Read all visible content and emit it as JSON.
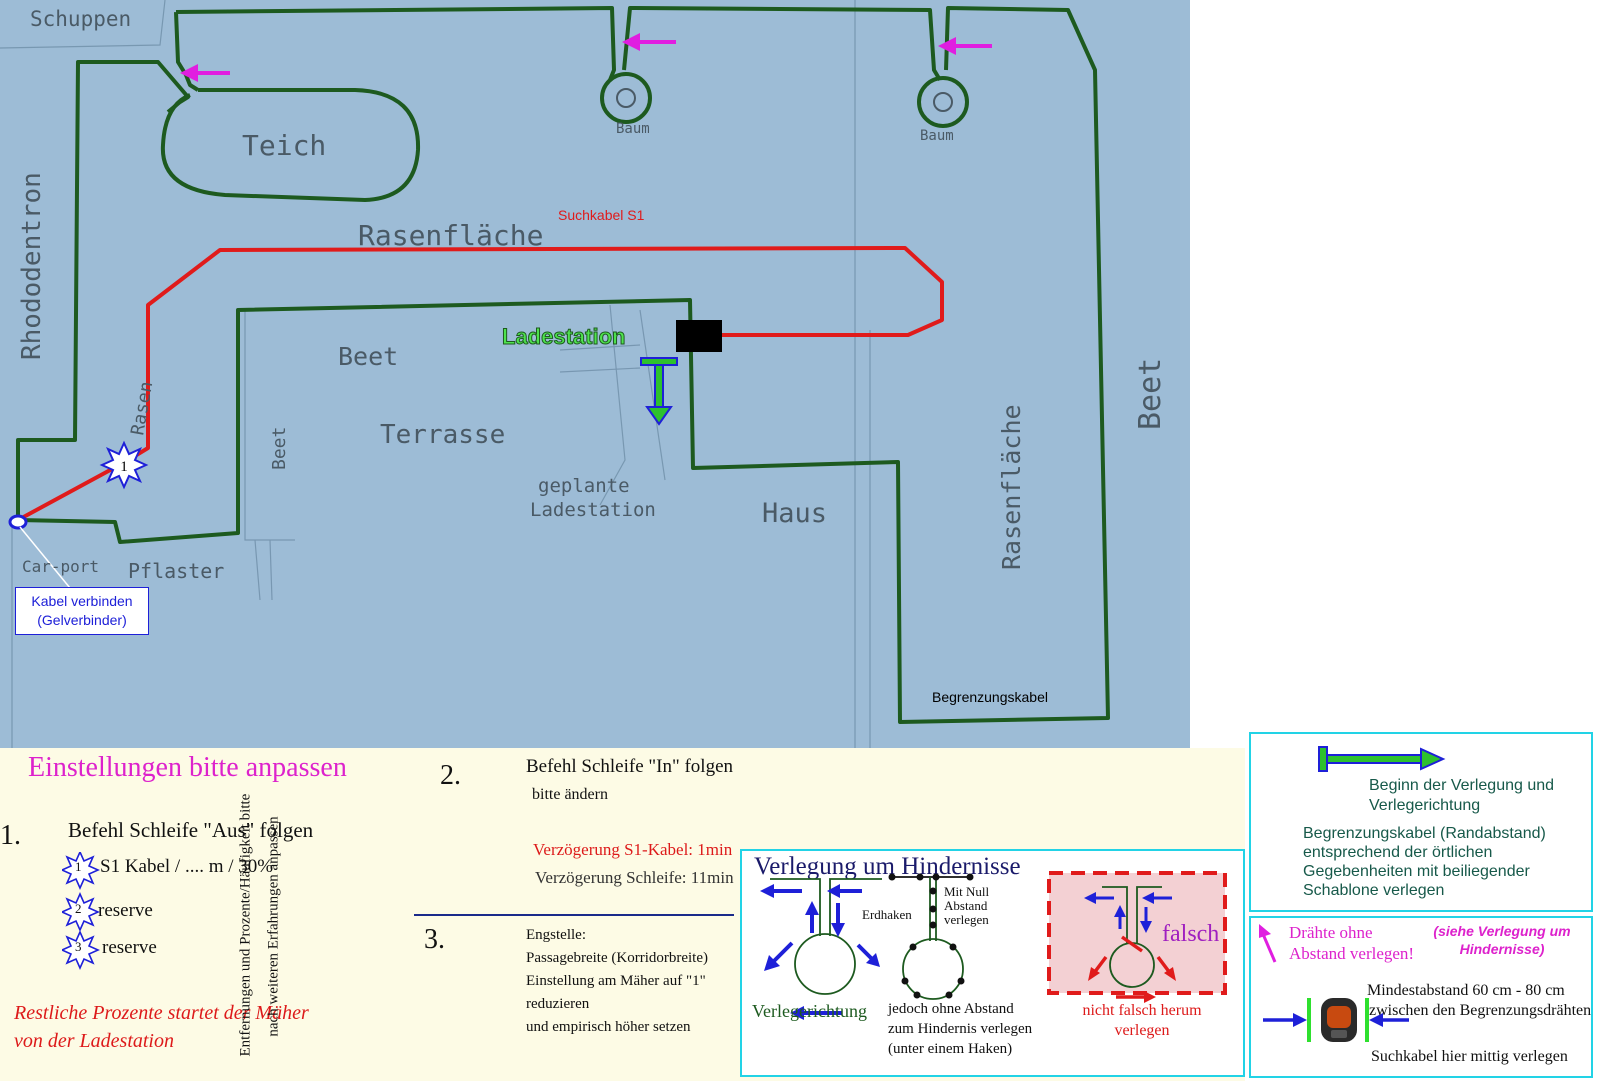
{
  "map": {
    "labels": {
      "schuppen": "Schuppen",
      "rhododentron": "Rhododentron",
      "teich": "Teich",
      "baum1": "Baum",
      "baum2": "Baum",
      "rasenflaeche_top": "Rasenfläche",
      "suchkabel": "Suchkabel S1",
      "ladestation": "Ladestation",
      "beet_center": "Beet",
      "beet_left": "Beet",
      "terrasse": "Terrasse",
      "rasen_left": "Rasen",
      "geplante": "geplante",
      "ladestation_small": "Ladestation",
      "haus": "Haus",
      "rasenflaeche_right": "Rasenfläche",
      "beet_right": "Beet",
      "pflaster": "Pflaster",
      "garage": "Car-port",
      "begrenzungskabel": "Begrenzungskabel",
      "marker_1": "1"
    },
    "callout": {
      "line1": "Kabel verbinden",
      "line2": "(Gelverbinder)"
    }
  },
  "settings": {
    "title": "Einstellungen bitte anpassen",
    "s1": {
      "num": "1.",
      "head": "Befehl Schleife \"Aus\" folgen",
      "items": [
        {
          "badge": "1",
          "text": "S1 Kabel / .... m / 30%"
        },
        {
          "badge": "2",
          "text": "reserve"
        },
        {
          "badge": "3",
          "text": "reserve"
        }
      ],
      "note1": "Restliche Prozente  startet der Mäher",
      "note2": "von der Ladestation"
    },
    "vertical_note1": "Entfernungen und Prozente/Häufigkeit bitte",
    "vertical_note2": "nach weiteren Erfahrungen anpassen",
    "s2": {
      "num": "2.",
      "head": "Befehl Schleife \"In\" folgen",
      "sub": "bitte ändern",
      "delay1": "Verzögerung S1-Kabel: 1min",
      "delay2": "Verzögerung Schleife: 11min"
    },
    "s3": {
      "num": "3.",
      "lines": [
        "Engstelle:",
        "Passagebreite (Korridorbreite)",
        "Einstellung am Mäher auf \"1\"",
        "reduzieren",
        "und empirisch höher setzen"
      ]
    }
  },
  "obstacles": {
    "title": "Verlegung um Hindernisse",
    "left_label": "Verlegerichtung",
    "erdhaken": "Erdhaken",
    "mit_null": [
      "Mit Null",
      "Abstand",
      "verlegen"
    ],
    "middle_caption": [
      "jedoch ohne Abstand",
      "zum Hindernis verlegen",
      "(unter einem Haken)"
    ],
    "falsch": "falsch",
    "wrong_caption": [
      "nicht falsch herum",
      "verlegen"
    ]
  },
  "legend_top": {
    "line1": "Beginn der Verlegung und",
    "line2": "Verlegerichtung",
    "desc": [
      "Begrenzungskabel (Randabstand)",
      "entsprechend der örtlichen",
      "Gegebenheiten mit beiliegender",
      "Schablone verlegen"
    ]
  },
  "legend_bottom": {
    "wires1": "Drähte ohne",
    "wires2": "Abstand verlegen!",
    "siehe1": "(siehe Verlegung um",
    "siehe2": "Hindernisse)",
    "min1": "Mindestabstand 60 cm - 80 cm",
    "min2": "zwischen den Begrenzungsdrähten",
    "such": "Suchkabel hier mittig verlegen"
  },
  "colors": {
    "lawn": "#9dbcd6",
    "boundary": "#1d5a1f",
    "search": "#e01b1b",
    "magenta": "#e01ee0",
    "blue": "#1e20d8",
    "cyan": "#22d3e6",
    "title_magenta": "#dd22cc"
  }
}
